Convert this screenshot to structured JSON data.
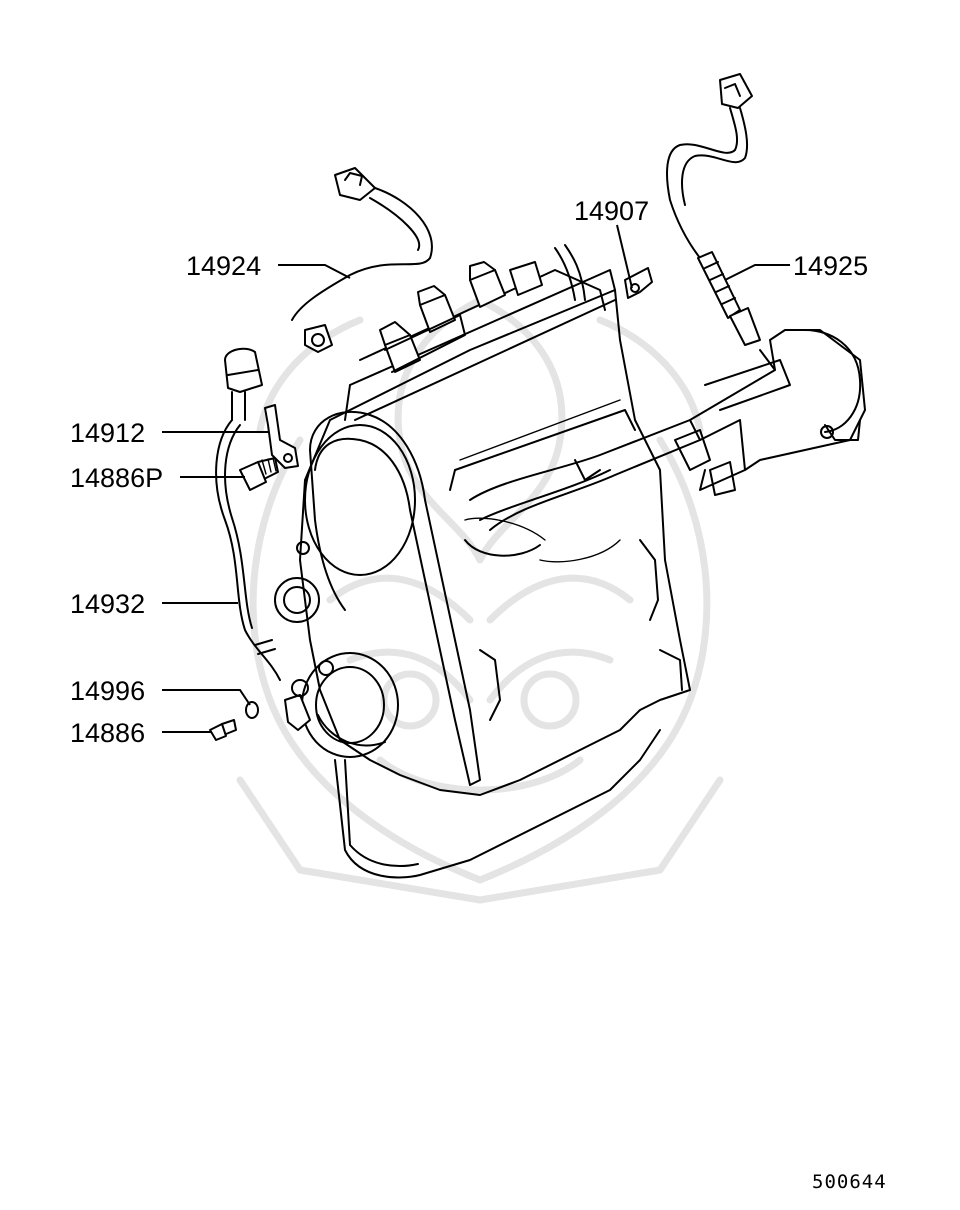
{
  "callouts": {
    "p14924": "14924",
    "p14907": "14907",
    "p14925": "14925",
    "p14912": "14912",
    "p14886P": "14886P",
    "p14932": "14932",
    "p14996": "14996",
    "p14886": "14886"
  },
  "diagram_id": "500644",
  "colors": {
    "ink": "#000000",
    "watermark": "#e4e4e4",
    "background": "#ffffff"
  }
}
